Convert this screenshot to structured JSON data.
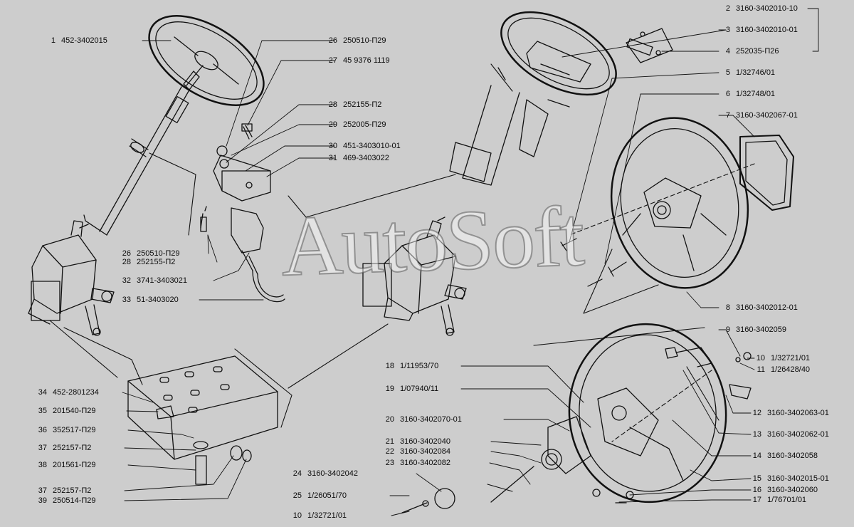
{
  "watermark": "AutoSoft",
  "colors": {
    "background": "#cdcdcd",
    "ink": "#111111",
    "paper": "#d9d9d9"
  },
  "callouts": [
    {
      "id": "c1",
      "num": "1",
      "pn": "452-3402015"
    },
    {
      "id": "c26a",
      "num": "26",
      "pn": "250510-П29"
    },
    {
      "id": "c27",
      "num": "27",
      "pn": "45 9376 1119"
    },
    {
      "id": "c28",
      "num": "28",
      "pn": "252155-П2"
    },
    {
      "id": "c29",
      "num": "29",
      "pn": "252005-П29"
    },
    {
      "id": "c30",
      "num": "30",
      "pn": "451-3403010-01"
    },
    {
      "id": "c31",
      "num": "31",
      "pn": "469-3403022"
    },
    {
      "id": "c26b",
      "num": "26",
      "pn": "250510-П29"
    },
    {
      "id": "c28b",
      "num": "28",
      "pn": "252155-П2"
    },
    {
      "id": "c32",
      "num": "32",
      "pn": "3741-3403021"
    },
    {
      "id": "c33",
      "num": "33",
      "pn": "51-3403020"
    },
    {
      "id": "c34",
      "num": "34",
      "pn": "452-2801234"
    },
    {
      "id": "c35",
      "num": "35",
      "pn": "201540-П29"
    },
    {
      "id": "c36",
      "num": "36",
      "pn": "352517-П29"
    },
    {
      "id": "c37a",
      "num": "37",
      "pn": "252157-П2"
    },
    {
      "id": "c38",
      "num": "38",
      "pn": "201561-П29"
    },
    {
      "id": "c37b",
      "num": "37",
      "pn": "252157-П2"
    },
    {
      "id": "c39",
      "num": "39",
      "pn": "250514-П29"
    },
    {
      "id": "c2",
      "num": "2",
      "pn": "3160-3402010-10"
    },
    {
      "id": "c3",
      "num": "3",
      "pn": "3160-3402010-01"
    },
    {
      "id": "c4",
      "num": "4",
      "pn": "252035-П26"
    },
    {
      "id": "c5",
      "num": "5",
      "pn": "1/32746/01"
    },
    {
      "id": "c6",
      "num": "6",
      "pn": "1/32748/01"
    },
    {
      "id": "c7",
      "num": "7",
      "pn": "3160-3402067-01"
    },
    {
      "id": "c8",
      "num": "8",
      "pn": "3160-3402012-01"
    },
    {
      "id": "c9",
      "num": "9",
      "pn": "3160-3402059"
    },
    {
      "id": "c10a",
      "num": "10",
      "pn": "1/32721/01"
    },
    {
      "id": "c11",
      "num": "11",
      "pn": "1/26428/40"
    },
    {
      "id": "c12",
      "num": "12",
      "pn": "3160-3402063-01"
    },
    {
      "id": "c13",
      "num": "13",
      "pn": "3160-3402062-01"
    },
    {
      "id": "c14",
      "num": "14",
      "pn": "3160-3402058"
    },
    {
      "id": "c15",
      "num": "15",
      "pn": "3160-3402015-01"
    },
    {
      "id": "c16",
      "num": "16",
      "pn": "3160-3402060"
    },
    {
      "id": "c17",
      "num": "17",
      "pn": "1/76701/01"
    },
    {
      "id": "c18",
      "num": "18",
      "pn": "1/11953/70"
    },
    {
      "id": "c19",
      "num": "19",
      "pn": "1/07940/11"
    },
    {
      "id": "c20",
      "num": "20",
      "pn": "3160-3402070-01"
    },
    {
      "id": "c21",
      "num": "21",
      "pn": "3160-3402040"
    },
    {
      "id": "c22",
      "num": "22",
      "pn": "3160-3402084"
    },
    {
      "id": "c23",
      "num": "23",
      "pn": "3160-3402082"
    },
    {
      "id": "c24",
      "num": "24",
      "pn": "3160-3402042"
    },
    {
      "id": "c25",
      "num": "25",
      "pn": "1/26051/70"
    },
    {
      "id": "c10b",
      "num": "10",
      "pn": "1/32721/01"
    }
  ]
}
